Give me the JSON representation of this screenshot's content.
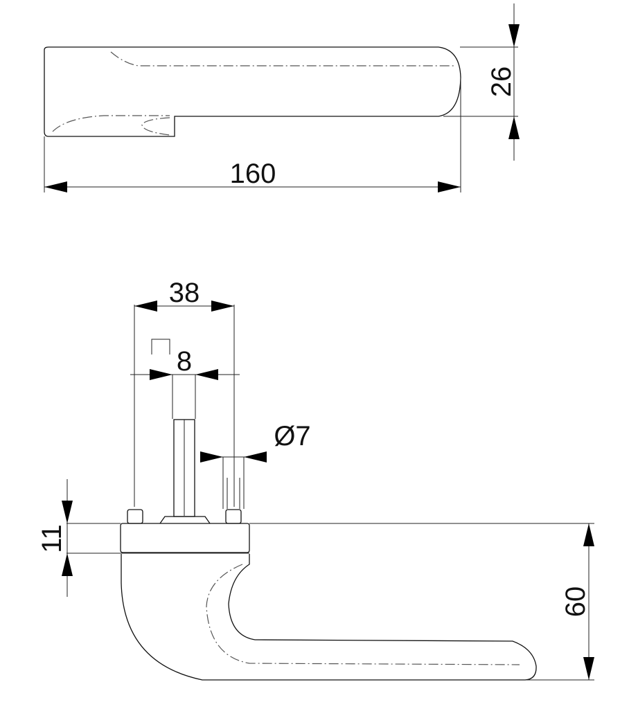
{
  "dimensions": {
    "top_view_width": "160",
    "top_view_height": "26",
    "rose_width": "38",
    "spindle_square": "8",
    "screw_diameter": "Ø7",
    "rose_thickness": "11",
    "lever_drop": "60"
  }
}
